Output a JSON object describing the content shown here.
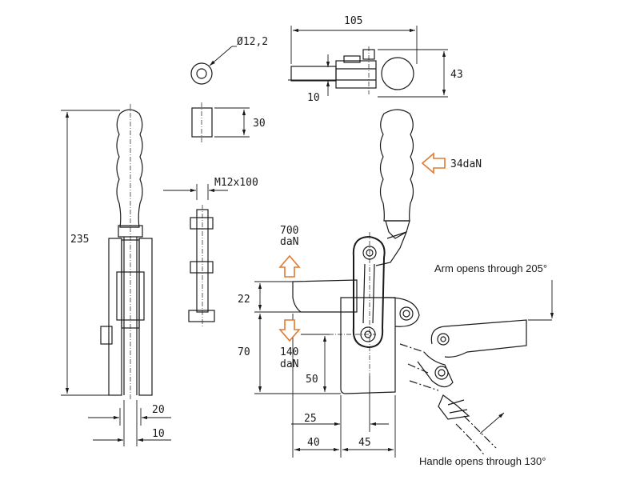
{
  "colors": {
    "line": "#1a1a1a",
    "force_arrow": "#e07a2e",
    "background": "#ffffff"
  },
  "dimensions": {
    "d105": "105",
    "d43": "43",
    "d10_top": "10",
    "d_dia": "Ø12,2",
    "d30": "30",
    "d235": "235",
    "d_thread": "M12x100",
    "d20": "20",
    "d10_bottom": "10",
    "d22": "22",
    "d70": "70",
    "d50": "50",
    "d25": "25",
    "d40": "40",
    "d45": "45"
  },
  "forces": {
    "handle_force": "34daN",
    "holding_value": "700",
    "holding_unit": "daN",
    "clamping_value": "140",
    "clamping_unit": "daN"
  },
  "notes": {
    "arm_opening": "Arm opens through 205°",
    "handle_opening": "Handle opens through 130°"
  }
}
